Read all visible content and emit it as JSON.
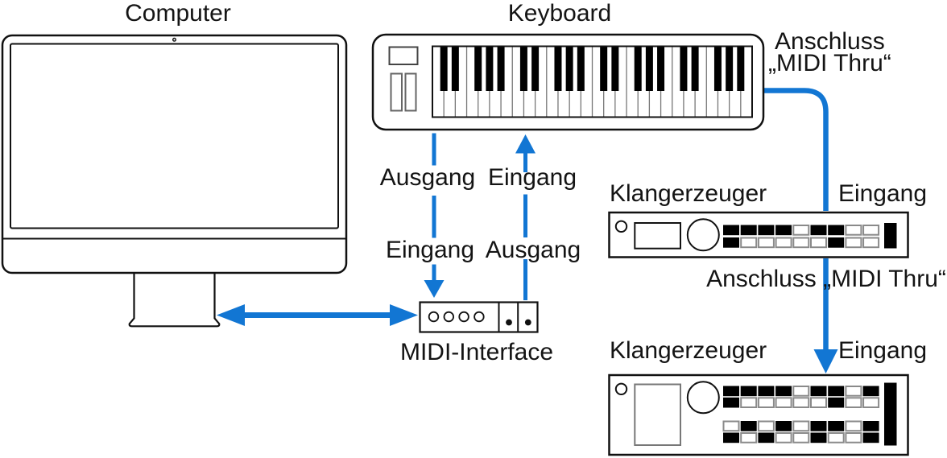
{
  "colors": {
    "blue": "#1276d3",
    "ink": "#141414",
    "device_outline": "#111111",
    "button_border": "#8a8a8a"
  },
  "computer": {
    "title": "Computer"
  },
  "keyboard": {
    "title": "Keyboard",
    "octaves": 4
  },
  "keyboard_thru": {
    "label_line1": "Anschluss",
    "label_line2": "„MIDI Thru“"
  },
  "keyboard_out": {
    "from_label": "Ausgang",
    "to_label": "Eingang"
  },
  "keyboard_in": {
    "to_label": "Eingang",
    "from_label": "Ausgang"
  },
  "midi_interface": {
    "label": "MIDI-Interface",
    "thru_circles": 4,
    "port_dots": 2
  },
  "module1": {
    "title": "Klangerzeuger",
    "input_label": "Eingang",
    "thru_label": "Anschluss „MIDI Thru“",
    "buttons": [
      [
        1,
        1,
        1,
        1,
        0,
        1,
        1,
        0,
        0
      ],
      [
        1,
        0,
        0,
        0,
        0,
        0,
        1,
        0,
        0
      ]
    ]
  },
  "module2": {
    "title": "Klangerzeuger",
    "input_label": "Eingang",
    "buttons_top": [
      [
        1,
        1,
        1,
        1,
        0,
        1,
        1,
        0,
        1
      ],
      [
        1,
        0,
        0,
        0,
        0,
        0,
        1,
        0,
        0
      ]
    ],
    "buttons_bottom": [
      [
        0,
        1,
        0,
        1,
        0,
        1,
        1,
        0,
        1
      ],
      [
        1,
        0,
        1,
        0,
        0,
        1,
        0,
        0,
        1
      ]
    ]
  }
}
